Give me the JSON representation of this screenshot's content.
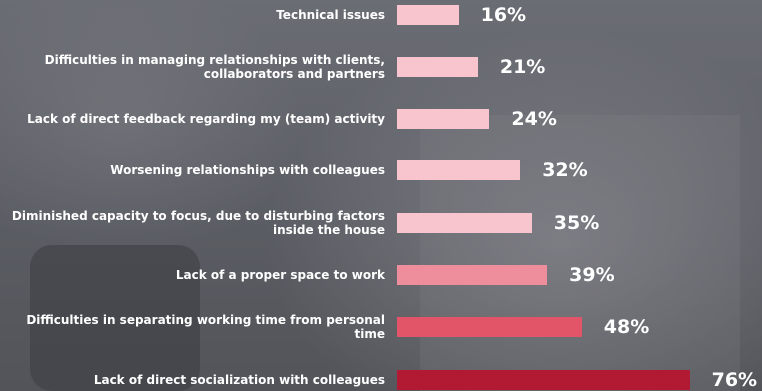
{
  "colors": {
    "pale": "#f8c4cd",
    "mid": "#ee8e9c",
    "strong": "#e25568",
    "dark": "#b21a33"
  },
  "chart_data": {
    "type": "bar",
    "orientation": "horizontal",
    "categories": [
      "Technical issues",
      "Difficulties in managing relationships with clients, collaborators and partners",
      "Lack of direct feedback regarding my (team) activity",
      "Worsening relationships with colleagues",
      "Diminished capacity to focus, due to disturbing factors inside the house",
      "Lack of a proper space to work",
      "Difficulties in separating working time from personal time",
      "Lack of direct socialization with colleagues"
    ],
    "values": [
      16,
      21,
      24,
      32,
      35,
      39,
      48,
      76
    ],
    "value_labels": [
      "16%",
      "21%",
      "24%",
      "32%",
      "35%",
      "39%",
      "48%",
      "76%"
    ],
    "xlim": [
      0,
      100
    ],
    "grid": false,
    "legend": "none"
  }
}
